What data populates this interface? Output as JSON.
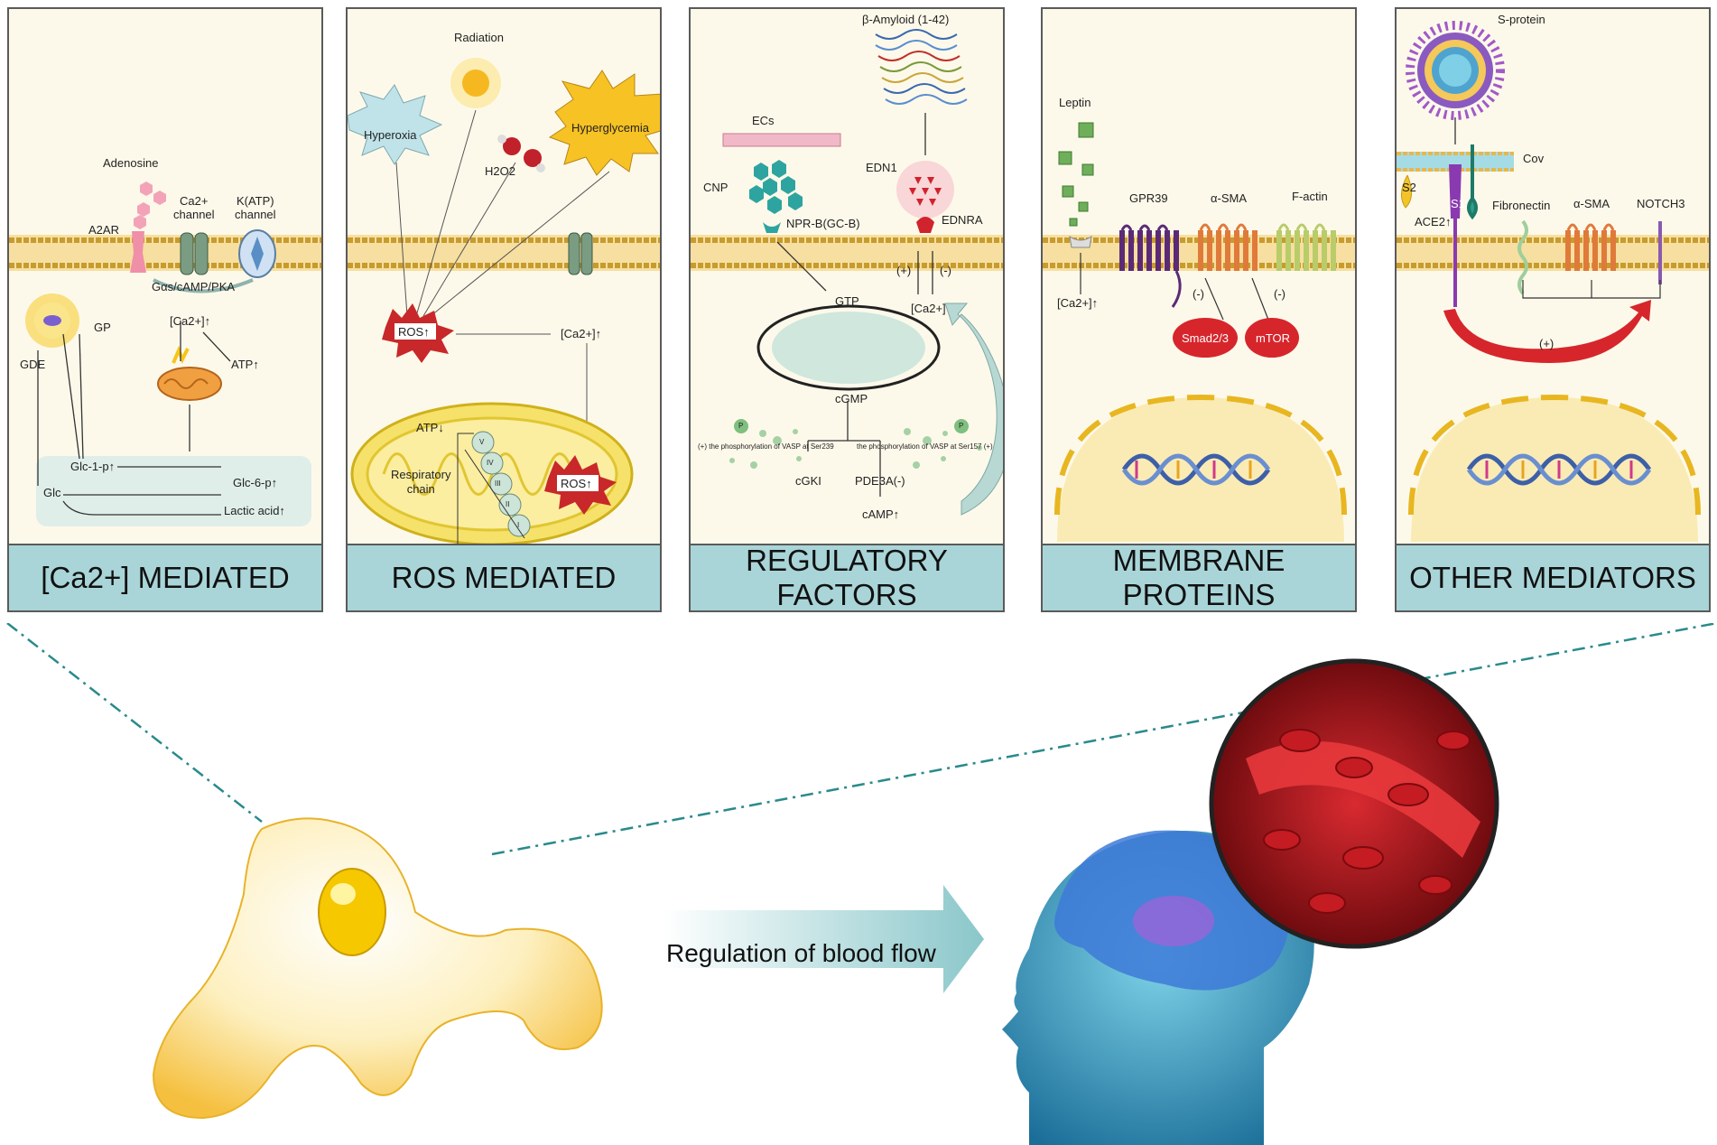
{
  "panels": [
    {
      "id": "ca2",
      "footer": "[Ca2+] MEDIATED",
      "labels": {
        "adenosine": "Adenosine",
        "a2ar": "A2AR",
        "ca_channel": "Ca2+\nchannel",
        "katp_channel": "K(ATP)\nchannel",
        "galpha": "Gαs/cAMP/PKA",
        "gp": "GP",
        "gde": "GDE",
        "ca_up": "[Ca2+]↑",
        "atp_up": "ATP↑",
        "glc1p": "Glc-1-p↑",
        "glc": "Glc",
        "glc6p": "Glc-6-p↑",
        "lactic": "Lactic acid↑"
      }
    },
    {
      "id": "ros",
      "footer": "ROS MEDIATED",
      "labels": {
        "radiation": "Radiation",
        "hyperoxia": "Hyperoxia",
        "h2o2": "H2O2",
        "hyperglycemia": "Hyperglycemia",
        "ros": "ROS↑",
        "ca_up": "[Ca2+]↑",
        "atp_down": "ATP↓",
        "resp_chain": "Respiratory\nchain",
        "ros2": "ROS↑",
        "complexes": [
          "V",
          "IV",
          "III",
          "II",
          "I"
        ]
      }
    },
    {
      "id": "reg",
      "footer": "REGULATORY\nFACTORS",
      "labels": {
        "amyloid": "β-Amyloid (1-42)",
        "ecs": "ECs",
        "cnp": "CNP",
        "edn1": "EDN1",
        "nprb": "NPR-B(GC-B)",
        "ednra": "EDNRA",
        "plus": "(+)",
        "minus": "(-)",
        "gtp": "GTP",
        "ca": "[Ca2+]",
        "cgmp": "cGMP",
        "p": "P",
        "vasp_left": "(+) the phosphorylation of VASP at Ser239",
        "vasp_right": "the phosphorylation of VASP at Ser157 (+)",
        "cgki": "cGKI",
        "pde3a": "PDE3A(-)",
        "camp": "cAMP↑"
      }
    },
    {
      "id": "mem",
      "footer": "MEMBRANE\nPROTEINS",
      "labels": {
        "leptin": "Leptin",
        "gpr39": "GPR39",
        "asma": "α-SMA",
        "factin": "F-actin",
        "ca_up": "[Ca2+]↑",
        "neg1": "(-)",
        "neg2": "(-)",
        "smad": "Smad2/3",
        "mtor": "mTOR"
      }
    },
    {
      "id": "other",
      "footer": "OTHER MEDIATORS",
      "labels": {
        "sprotein": "S-protein",
        "cov": "Cov",
        "s2": "S2",
        "s1": "S1",
        "ace2": "ACE2↑",
        "fibronectin": "Fibronectin",
        "asma": "α-SMA",
        "notch3": "NOTCH3",
        "plus": "(+)"
      }
    }
  ],
  "bottom": {
    "flow_label": "Regulation of blood flow"
  },
  "colors": {
    "footer_bg": "#a9d5d8",
    "panel_bg": "#fdf9ea",
    "membrane_head": "#e8b74a",
    "ros_red": "#c8282a",
    "cell_yellow": "#f7c23a",
    "blood_red": "#b3121a",
    "head_blue": "#3a9ec9"
  }
}
